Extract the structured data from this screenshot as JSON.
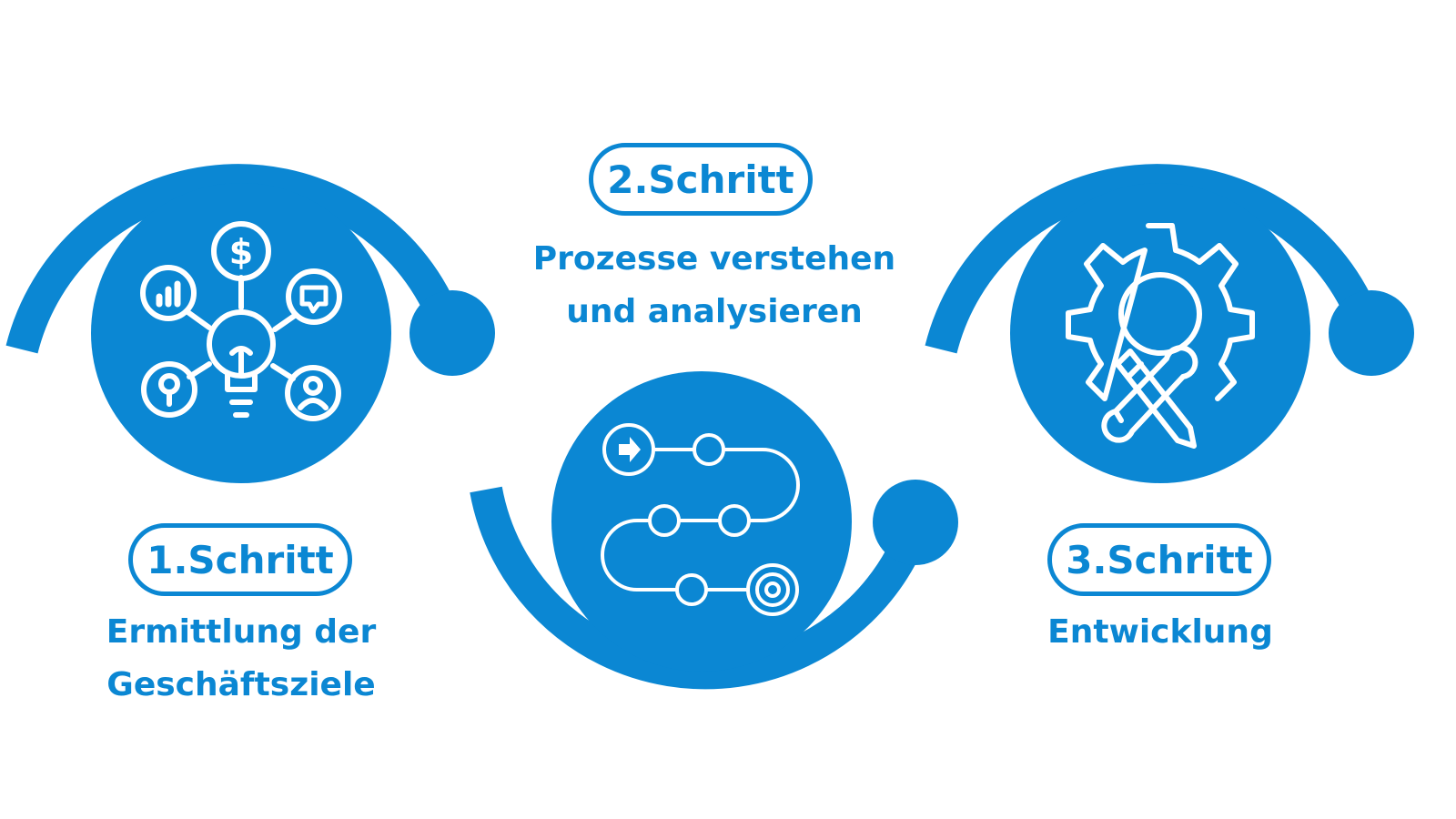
{
  "colors": {
    "primary": "#0b87d3",
    "icon_line": "#ffffff",
    "background": "#ffffff"
  },
  "steps": [
    {
      "label": "1.Schritt",
      "description": [
        "Ermittlung der",
        "Geschäftsziele"
      ],
      "icon": "business-idea-icon"
    },
    {
      "label": "2.Schritt",
      "description": [
        "Prozesse verstehen",
        "und analysieren"
      ],
      "icon": "process-flow-icon"
    },
    {
      "label": "3.Schritt",
      "description": [
        "Entwicklung"
      ],
      "icon": "gear-tools-icon"
    }
  ]
}
